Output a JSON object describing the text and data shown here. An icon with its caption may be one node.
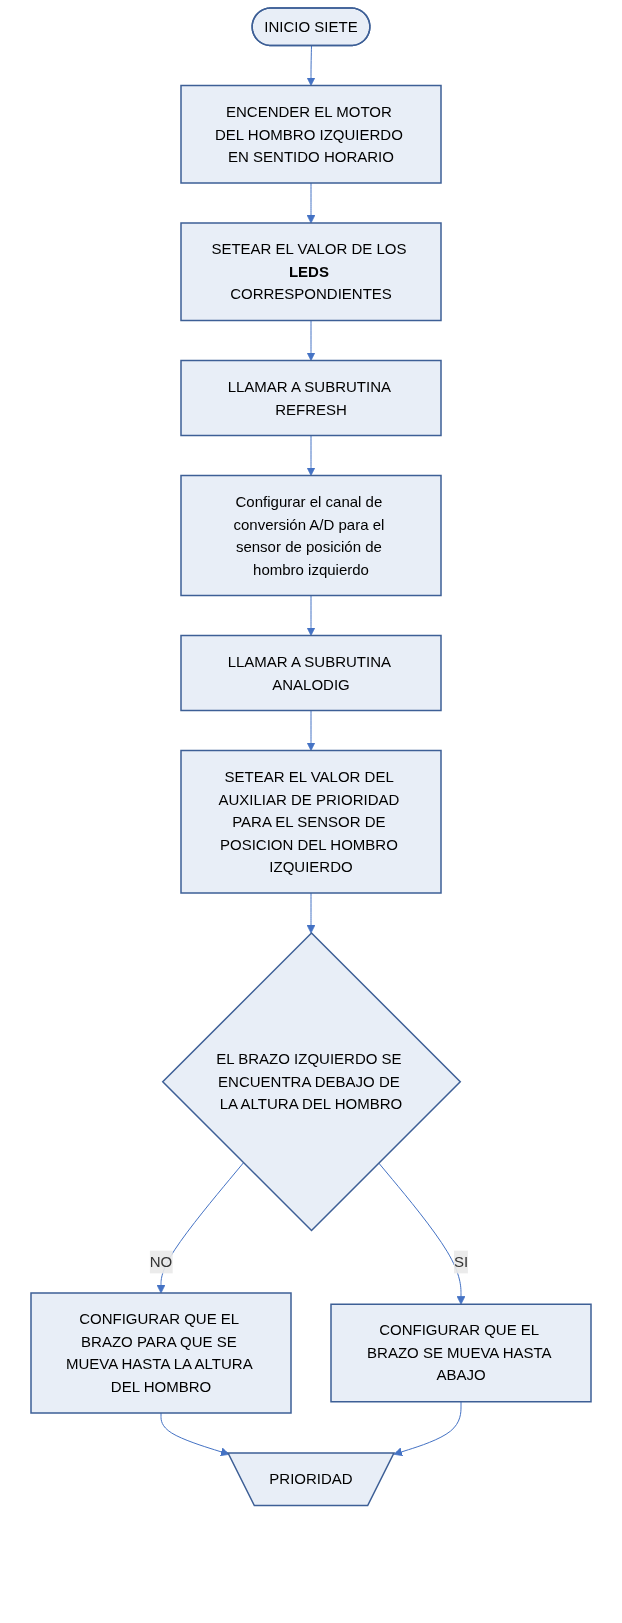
{
  "diagram": {
    "nodes": [
      {
        "text": [
          "INICIO SIETE"
        ]
      },
      {
        "text": [
          "ENCENDER EL MOTOR DEL HOMBRO IZQUIERDO EN SENTIDO HORARIO"
        ]
      },
      {
        "text": [
          "SETEAR EL VALOR DE LOS **LEDS** CORRESPONDIENTES"
        ]
      },
      {
        "text": [
          "LLAMAR A SUBRUTINA REFRESH"
        ]
      },
      {
        "text": [
          "Configurar el canal de conversión A/D para el sensor de posición de hombro izquierdo"
        ]
      },
      {
        "text": [
          "LLAMAR A SUBRUTINA ANALODIG"
        ]
      },
      {
        "text": [
          "SETEAR EL VALOR DEL AUXILIAR DE PRIORIDAD PARA EL SENSOR DE POSICION DEL HOMBRO IZQUIERDO"
        ]
      },
      {
        "text": [
          "EL BRAZO IZQUIERDO SE ENCUENTRA DEBAJO DE LA ALTURA DEL HOMBRO"
        ]
      },
      {
        "text": [
          "CONFIGURAR QUE EL BRAZO PARA QUE SE MUEVA HASTA LA ALTURA DEL HOMBRO"
        ]
      },
      {
        "text": [
          "CONFIGURAR QUE EL BRAZO SE MUEVA HASTA ABAJO"
        ]
      },
      {
        "text": [
          "PRIORIDAD"
        ]
      }
    ],
    "edges": [
      {
        "from": 0,
        "to": 1,
        "arrow": "to"
      },
      {
        "from": 1,
        "to": 2,
        "arrow": "to"
      },
      {
        "from": 2,
        "to": 3,
        "arrow": "to"
      },
      {
        "from": 3,
        "to": 4,
        "arrow": "to"
      },
      {
        "from": 4,
        "to": 5,
        "arrow": "to"
      },
      {
        "from": 5,
        "to": 6,
        "arrow": "to"
      },
      {
        "from": 6,
        "to": 7,
        "arrow": "to"
      },
      {
        "from": 7,
        "to": 8,
        "label": "NO",
        "arrow": "to"
      },
      {
        "from": 7,
        "to": 9,
        "label": "SI",
        "arrow": "to"
      },
      {
        "from": 8,
        "to": 10,
        "arrow": "to"
      },
      {
        "from": 9,
        "to": 10,
        "arrow": "to"
      }
    ]
  }
}
